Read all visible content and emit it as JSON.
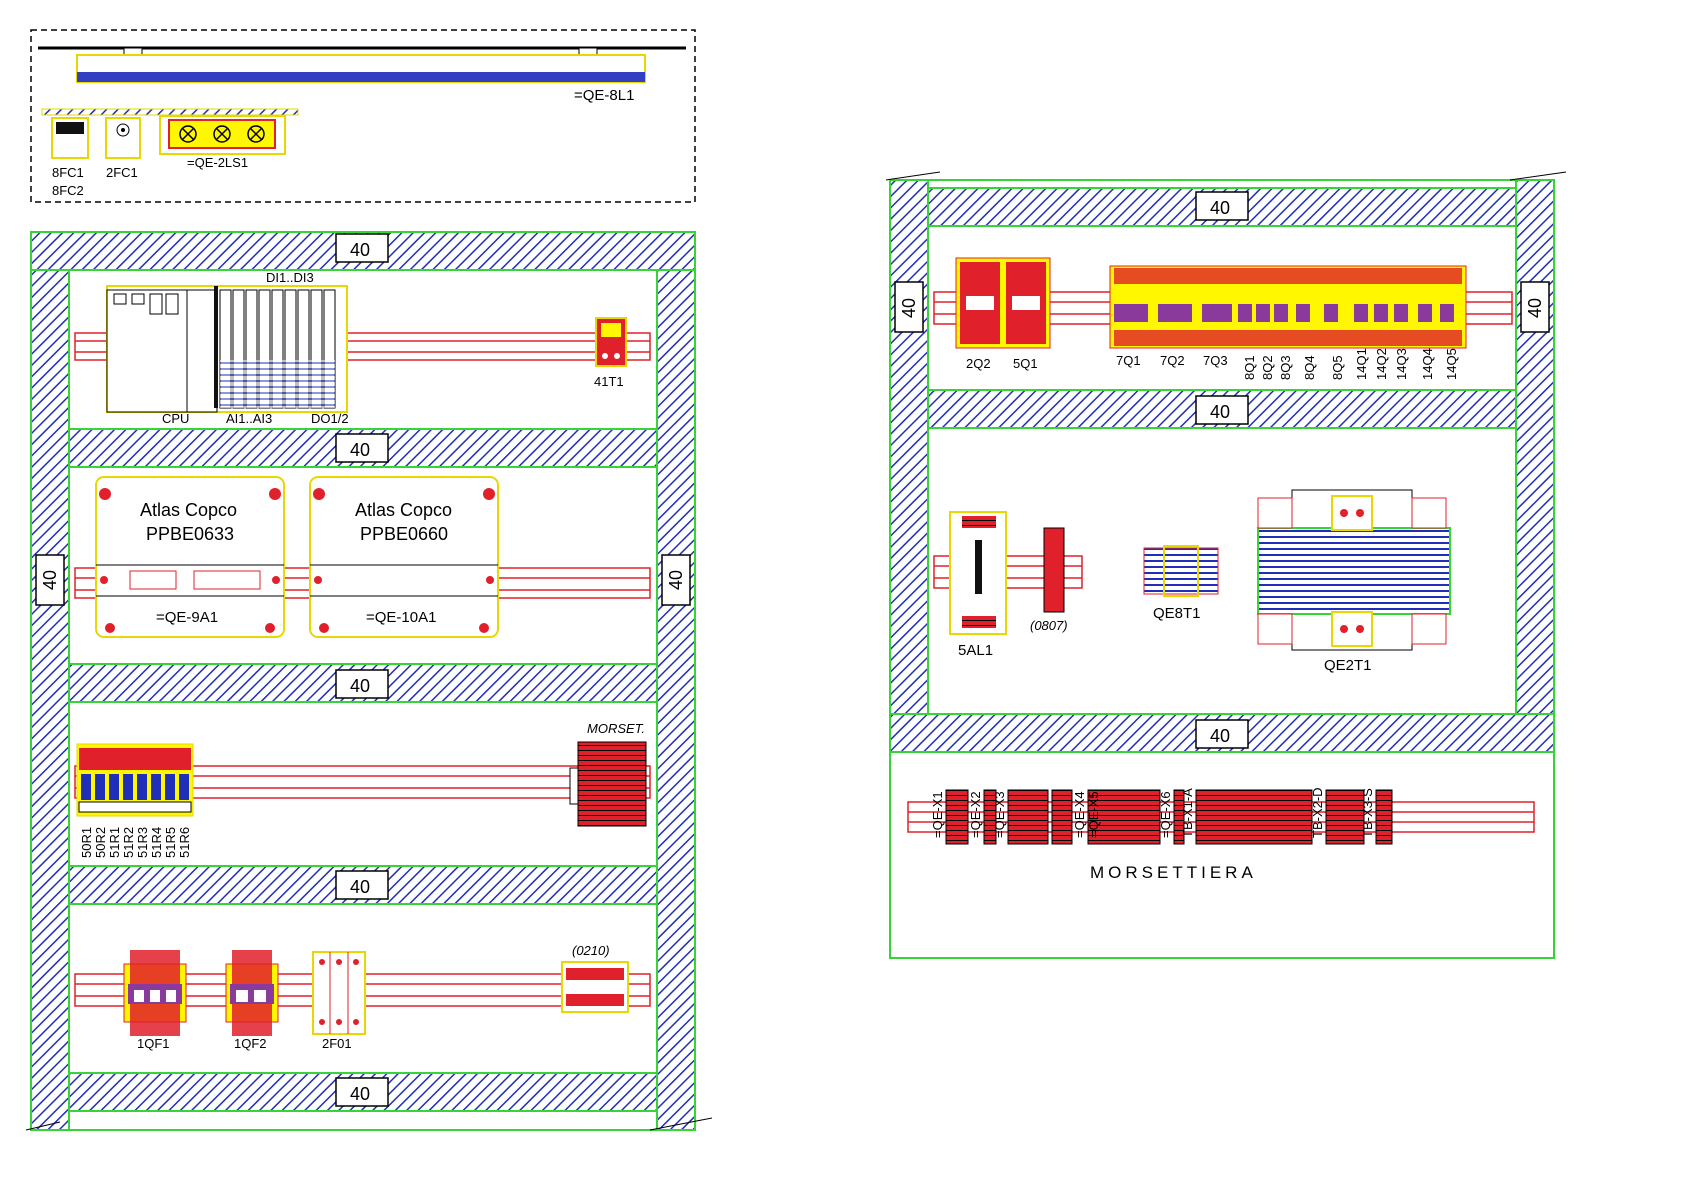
{
  "colors": {
    "trunking": "#1f2fb8",
    "frame": "#37d437",
    "rail": "#e0202a",
    "device": "#ffff00",
    "fill_red": "#e0202a",
    "purple": "#8a3a9a"
  },
  "left_panel": {
    "top_box": {
      "lamp_bar": "=QE-8L1",
      "fc1": "8FC1",
      "fc2": "8FC2",
      "fc3": "2FC1",
      "signal": "=QE-2LS1"
    },
    "duct_width": "40",
    "row1": {
      "plc_cpu": "CPU",
      "di": "DI1..DI3",
      "ai": "AI1..AI3",
      "do": "DO1/2",
      "transformer": "41T1"
    },
    "row2": {
      "unit_a_brand": "Atlas Copco",
      "unit_a_model": "PPBE0633",
      "unit_a_tag": "=QE-9A1",
      "unit_b_brand": "Atlas Copco",
      "unit_b_model": "PPBE0660",
      "unit_b_tag": "=QE-10A1"
    },
    "row3": {
      "relays": [
        "50R1",
        "50R2",
        "51R1",
        "51R2",
        "51R3",
        "51R4",
        "51R5",
        "51R6"
      ],
      "terminals": "MORSET."
    },
    "row4": {
      "breaker1": "1QF1",
      "breaker2": "1QF2",
      "fuse": "2F01",
      "terminal_block": "(0210)"
    }
  },
  "right_panel": {
    "duct_width": "40",
    "row1": {
      "b1": "2Q2",
      "b2": "5Q1",
      "b3": "7Q1",
      "b4": "7Q2",
      "b5": "7Q3",
      "small": [
        "8Q1",
        "8Q2",
        "8Q3",
        "8Q4",
        "8Q5",
        "14Q1",
        "14Q2",
        "14Q3",
        "14Q4",
        "14Q5"
      ]
    },
    "row2": {
      "psu": "5AL1",
      "block": "(0807)",
      "tr_small": "QE8T1",
      "tr_big": "QE2T1"
    },
    "row3": {
      "groups": [
        "=QE-X1",
        "=QE-X2",
        "=QE-X3",
        "=QE-X4",
        "=QE-X5",
        "=QE-X6",
        "TB-X1-A",
        "TB-X2-D",
        "TB-X3-S"
      ],
      "title": "MORSETTIERA"
    }
  }
}
